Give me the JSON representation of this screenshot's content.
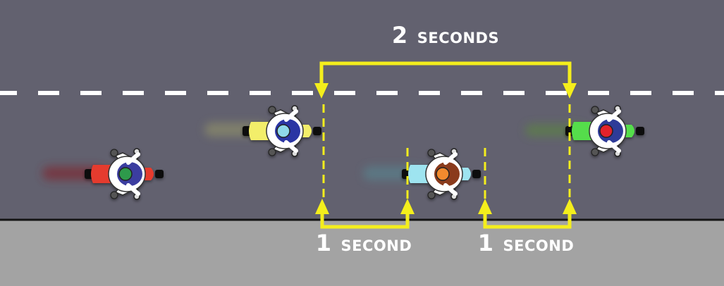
{
  "labels": {
    "top_number": "2",
    "top_unit": "SECONDS",
    "left_number": "1",
    "left_unit": "SECOND",
    "right_number": "1",
    "right_unit": "SECOND"
  },
  "colors": {
    "road": "#62616f",
    "shoulder": "#a3a3a3",
    "lane_marking": "#ffffff",
    "bracket": "#f4ee1c",
    "text": "#ffffff"
  },
  "riders": [
    {
      "name": "rider-red",
      "bike_color": "#e53a2f",
      "helmet_color": "#2f9a4b",
      "jacket_color": "#3a3da0"
    },
    {
      "name": "rider-yellow",
      "bike_color": "#f3ee6a",
      "helmet_color": "#8fd8ea",
      "jacket_color": "#2c35a4"
    },
    {
      "name": "rider-cyan",
      "bike_color": "#9ee4f0",
      "helmet_color": "#f28a2e",
      "jacket_color": "#8a3a1c"
    },
    {
      "name": "rider-green",
      "bike_color": "#55dd4c",
      "helmet_color": "#e2232a",
      "jacket_color": "#2e3a98"
    }
  ]
}
